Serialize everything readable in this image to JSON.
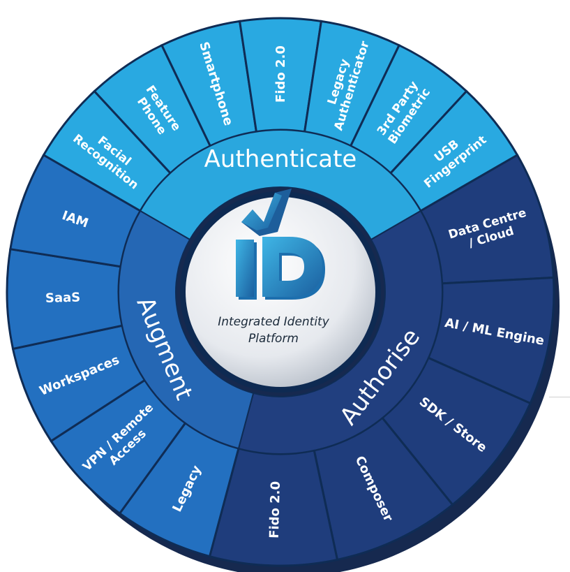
{
  "center": {
    "logo_text": "iD",
    "line1": "Integrated Identity",
    "line2": "Platform"
  },
  "sections": [
    {
      "name": "Authenticate",
      "ring_color": "#2aa7de",
      "outer_color": "#29a9e1",
      "items": [
        {
          "lines": [
            "Facial",
            "Recognition"
          ]
        },
        {
          "lines": [
            "Feature",
            "Phone"
          ]
        },
        {
          "lines": [
            "Smartphone"
          ]
        },
        {
          "lines": [
            "Fido 2.0"
          ]
        },
        {
          "lines": [
            "Legacy",
            "Authenticator"
          ]
        },
        {
          "lines": [
            "3rd Party",
            "Biometric"
          ]
        },
        {
          "lines": [
            "USB",
            "Fingerprint"
          ]
        }
      ]
    },
    {
      "name": "Authorise",
      "ring_color": "#213f7f",
      "outer_color": "#1f3d7c",
      "items": [
        {
          "lines": [
            "Data Centre",
            "/ Cloud"
          ]
        },
        {
          "lines": [
            "AI / ML Engine"
          ]
        },
        {
          "lines": [
            "SDK / Store"
          ]
        },
        {
          "lines": [
            "Composer"
          ]
        },
        {
          "lines": [
            "Fido 2.0"
          ]
        }
      ]
    },
    {
      "name": "Augment",
      "ring_color": "#2567b4",
      "outer_color": "#2370c0",
      "items": [
        {
          "lines": [
            "Legacy"
          ]
        },
        {
          "lines": [
            "VPN / Remote",
            "Access"
          ]
        },
        {
          "lines": [
            "Workspaces"
          ]
        },
        {
          "lines": [
            "SaaS"
          ]
        },
        {
          "lines": [
            "IAM"
          ]
        }
      ]
    }
  ]
}
